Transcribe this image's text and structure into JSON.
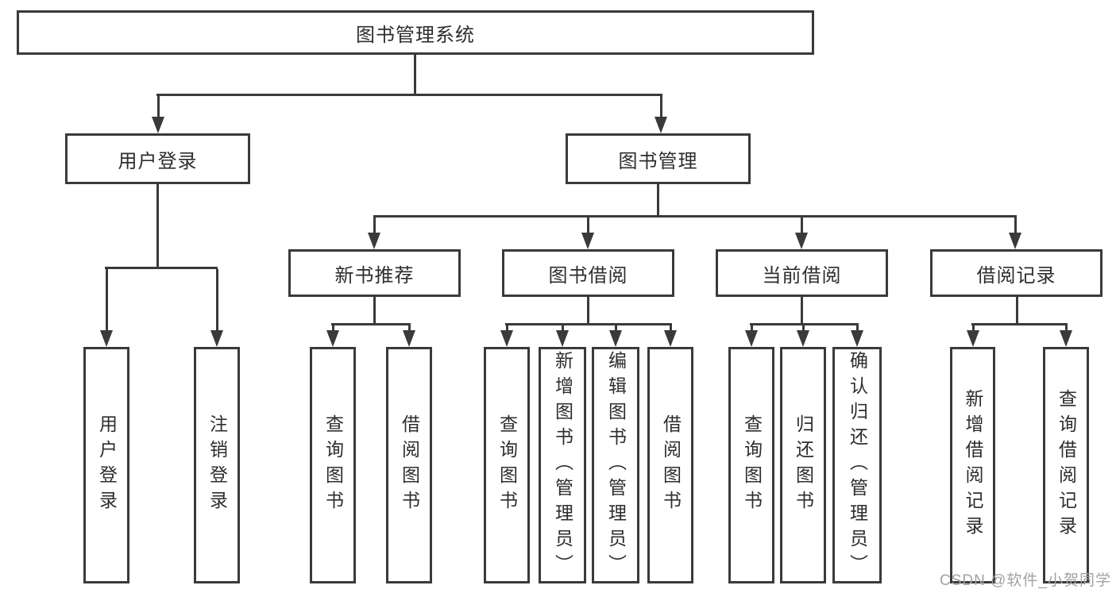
{
  "diagram_title": "图书管理系统",
  "tree": {
    "root": {
      "label": "图书管理系统"
    },
    "branches": [
      {
        "label": "用户登录",
        "children": [
          {
            "label": "用户登录"
          },
          {
            "label": "注销登录"
          }
        ]
      },
      {
        "label": "图书管理",
        "sections": [
          {
            "label": "新书推荐",
            "children": [
              {
                "label": "查询图书"
              },
              {
                "label": "借阅图书"
              }
            ]
          },
          {
            "label": "图书借阅",
            "children": [
              {
                "label": "查询图书"
              },
              {
                "label": "新增图书（管理员）"
              },
              {
                "label": "编辑图书（管理员）"
              },
              {
                "label": "借阅图书"
              }
            ]
          },
          {
            "label": "当前借阅",
            "children": [
              {
                "label": "查询图书"
              },
              {
                "label": "归还图书"
              },
              {
                "label": "确认归还（管理员）"
              }
            ]
          },
          {
            "label": "借阅记录",
            "children": [
              {
                "label": "新增借阅记录"
              },
              {
                "label": "查询借阅记录"
              }
            ]
          }
        ]
      }
    ]
  },
  "watermark": "CSDN @软件_小贺同学",
  "colors": {
    "line": "#3a3a3a",
    "box_border": "#3a3a3a",
    "text": "#2d2d2d",
    "watermark": "#9da3a8",
    "background": "#ffffff"
  }
}
